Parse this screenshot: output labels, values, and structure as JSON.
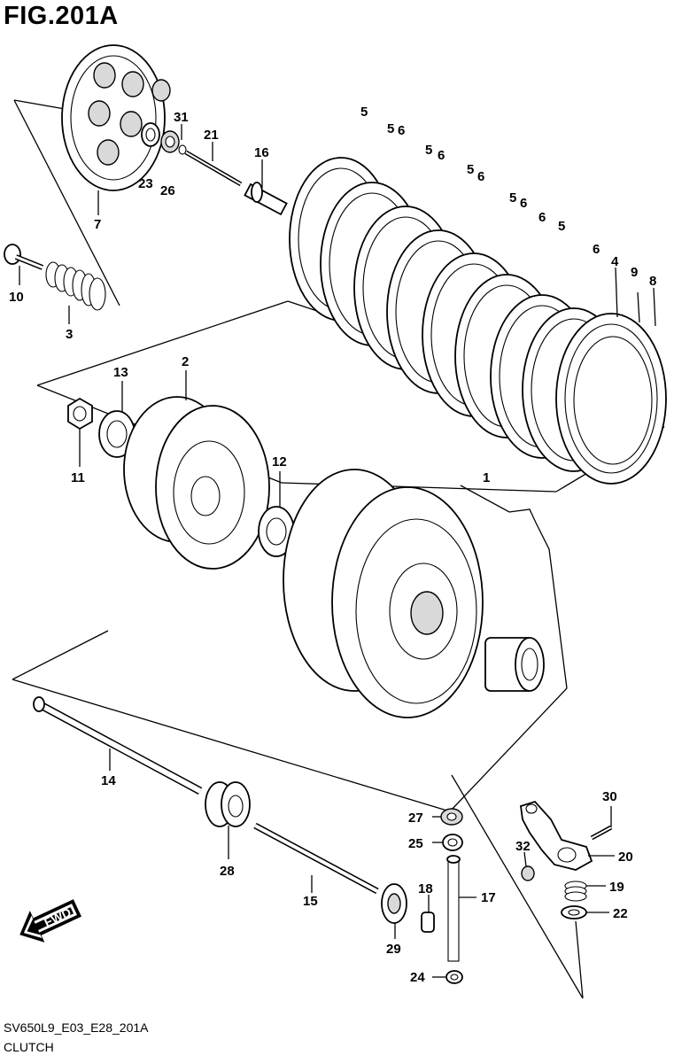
{
  "header": {
    "title": "FIG.201A"
  },
  "footer": {
    "code": "SV650L9_E03_E28_201A",
    "caption": "CLUTCH"
  },
  "fwd_badge": {
    "label": "FWD"
  },
  "callouts": {
    "p1": "1",
    "p2": "2",
    "p3": "3",
    "p4": "4",
    "p5a": "5",
    "p5b": "5",
    "p5c": "5",
    "p5d": "5",
    "p5e": "5",
    "p5f": "5",
    "p6a": "6",
    "p6b": "6",
    "p6c": "6",
    "p6d": "6",
    "p6e": "6",
    "p6f": "6",
    "p7": "7",
    "p8": "8",
    "p9": "9",
    "p10": "10",
    "p11": "11",
    "p12": "12",
    "p13": "13",
    "p14": "14",
    "p15": "15",
    "p16": "16",
    "p17": "17",
    "p18": "18",
    "p19": "19",
    "p20": "20",
    "p21": "21",
    "p22": "22",
    "p23": "23",
    "p24": "24",
    "p25": "25",
    "p26": "26",
    "p27": "27",
    "p28": "28",
    "p29": "29",
    "p30": "30",
    "p31": "31",
    "p32": "32"
  }
}
